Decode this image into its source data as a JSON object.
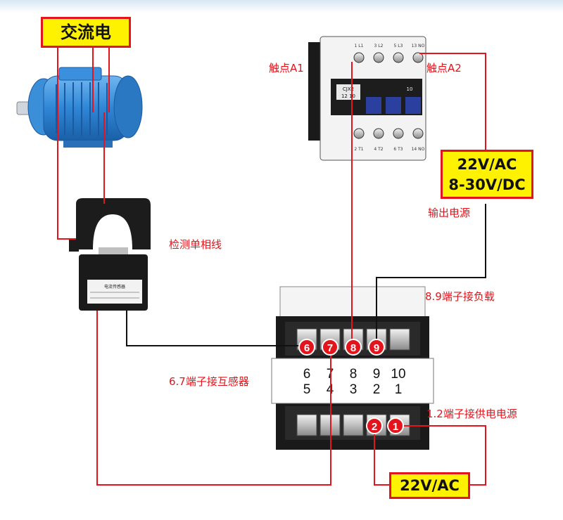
{
  "labels": {
    "ac_power": "交流电",
    "contact_a1": "触点A1",
    "contact_a2": "触点A2",
    "output_supply_line1": "22V/AC",
    "output_supply_line2": "8-30V/DC",
    "output_supply_caption": "输出电源",
    "detect_single_phase": "检测单相线",
    "terminal_89_note": "8.9端子接负载",
    "terminal_67_note": "6.7端子接互感器",
    "terminal_12_note": "1.2端子接供电电源",
    "supply_voltage": "22V/AC"
  },
  "contactor": {
    "model": "CJX2",
    "rating": "12 10",
    "aux": "10",
    "top_terminals": [
      "1 L1",
      "3 L2",
      "5 L3",
      "13 NO"
    ],
    "bottom_terminals": [
      "2 T1",
      "4 T2",
      "6 T3",
      "14 NO"
    ]
  },
  "sensor": {
    "label_title": "电流传感器"
  },
  "relay": {
    "top_numbers": [
      "6",
      "7",
      "8",
      "9",
      "10"
    ],
    "bottom_numbers": [
      "5",
      "4",
      "3",
      "2",
      "1"
    ],
    "top_badges": [
      "6",
      "7",
      "8",
      "9"
    ],
    "bottom_badges": [
      "2",
      "1"
    ]
  },
  "colors": {
    "wire": "#e3141b",
    "highlight_box": "#fff200",
    "motor_blue": "#2f86d6",
    "device_black": "#111111"
  }
}
